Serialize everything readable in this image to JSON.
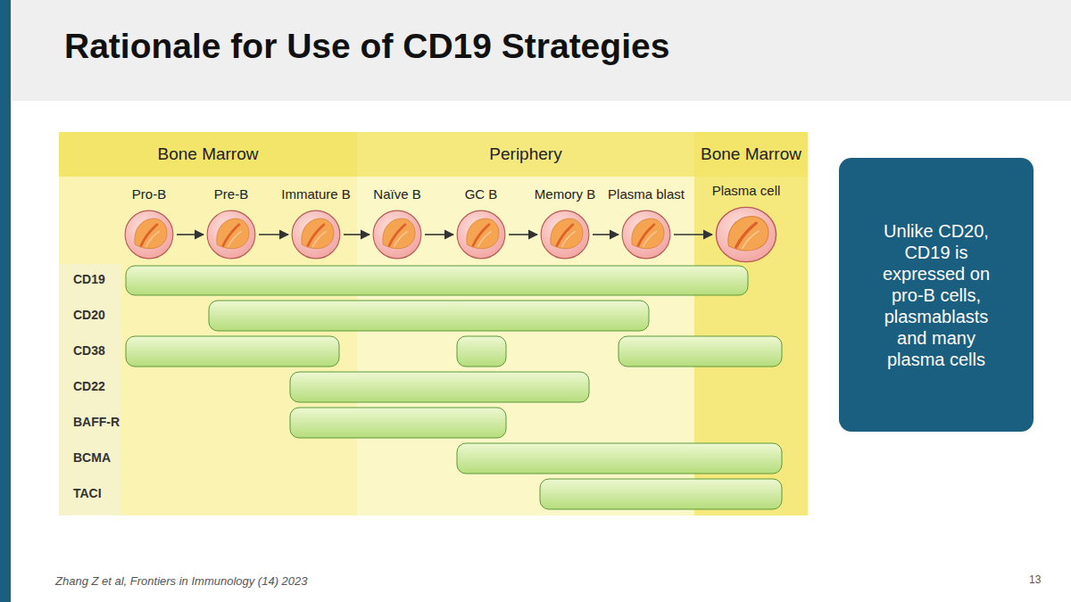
{
  "diagram": {
    "title": "Rationale for Use of CD19 Strategies",
    "caption": "Zhang Z et al, Frontiers in Immunology (14) 2023",
    "nodes": [
      {
        "text": [
          "Bone Marrow"
        ]
      },
      {
        "text": [
          "Periphery"
        ]
      },
      {
        "text": [
          "Bone Marrow"
        ]
      },
      {
        "text": [
          "Pro-B"
        ]
      },
      {
        "text": [
          "Pre-B"
        ]
      },
      {
        "text": [
          "Immature B"
        ]
      },
      {
        "text": [
          "Naïve B"
        ]
      },
      {
        "text": [
          "GC B"
        ]
      },
      {
        "text": [
          "Memory B"
        ]
      },
      {
        "text": [
          "Plasma blast"
        ]
      },
      {
        "text": [
          "Plasma cell"
        ]
      },
      {
        "text": [
          "Unlike CD20, CD19 is expressed on pro-B cells, plasmablasts and many plasma cells"
        ]
      }
    ],
    "edges": [
      {
        "from": 3,
        "to": 4,
        "arrow": "to"
      },
      {
        "from": 4,
        "to": 5,
        "arrow": "to"
      },
      {
        "from": 5,
        "to": 6,
        "arrow": "to"
      },
      {
        "from": 6,
        "to": 7,
        "arrow": "to"
      },
      {
        "from": 7,
        "to": 8,
        "arrow": "to"
      },
      {
        "from": 8,
        "to": 9,
        "arrow": "to"
      },
      {
        "from": 9,
        "to": 10,
        "arrow": "to"
      }
    ],
    "labels": [
      "CD19",
      "CD20",
      "CD38",
      "CD22",
      "BAFF-R",
      "BCMA",
      "TACI",
      "13"
    ]
  }
}
